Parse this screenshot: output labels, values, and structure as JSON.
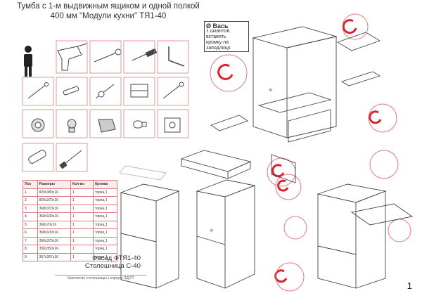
{
  "title": {
    "line1": "Тумба с 1-м выдвижным ящиком и одной полкой",
    "line2": "400 мм \"Модули кухни\" ТЯ1-40"
  },
  "note": {
    "heading": "Ø Вась",
    "lines": [
      "1 шкантов",
      "вставить",
      "кромку на",
      "заподлицо"
    ]
  },
  "parts_table": {
    "headers": [
      "Поз",
      "Размеры",
      "Кол-во",
      "Кромка"
    ],
    "rows": [
      [
        "1",
        "820x380x16",
        "1",
        "торец 1"
      ],
      [
        "2",
        "820x370x16",
        "1",
        "торец 1"
      ],
      [
        "3",
        "368x370x16",
        "1",
        "торец 1"
      ],
      [
        "4",
        "368x100x16",
        "1",
        "торец 1"
      ],
      [
        "5",
        "368x70x16",
        "1",
        "торец 1"
      ],
      [
        "6",
        "368x100x16",
        "1",
        "торец 1"
      ],
      [
        "7",
        "390x370x16",
        "1",
        "торец 1"
      ],
      [
        "8",
        "350x350x16",
        "1",
        "торец 1"
      ],
      [
        "9",
        "357x367x16",
        "1",
        "торец 1"
      ]
    ]
  },
  "facade": {
    "line1": "Фасад ФТЯ1-40",
    "line2": "Столешница С-40"
  },
  "caption": "Крепление столешницы к корпусу ЛДСП",
  "page_number": "1",
  "tools": [
    "person-icon",
    "drill-icon",
    "hammer-icon",
    "screwdriver-icon",
    "hex-key-icon"
  ],
  "colors": {
    "accent": "#d9232d",
    "grid_line": "#e07a80",
    "line": "#444444"
  }
}
